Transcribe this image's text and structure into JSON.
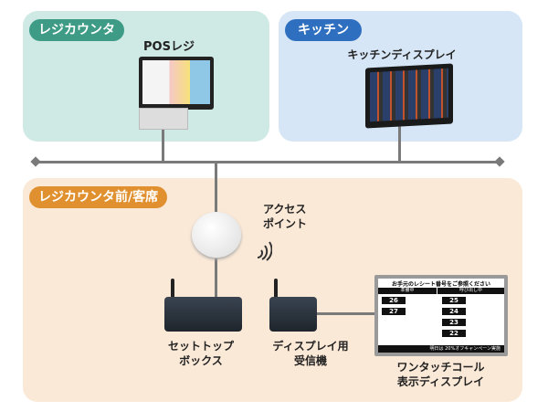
{
  "zones": {
    "register": {
      "label": "レジカウンタ",
      "color": "#3d9b86",
      "bg": "#cfeae5"
    },
    "kitchen": {
      "label": "キッチン",
      "color": "#2f6fbf",
      "bg": "#d6e6f6"
    },
    "front": {
      "label": "レジカウンタ前/客席",
      "color": "#e0902e",
      "bg": "#fbe9d7"
    }
  },
  "devices": {
    "pos": "POSレジ",
    "kitchen_display": "キッチンディスプレイ",
    "access_point_1": "アクセス",
    "access_point_2": "ポイント",
    "stb_1": "セットトップ",
    "stb_2": "ボックス",
    "receiver_1": "ディスプレイ用",
    "receiver_2": "受信機",
    "call_display_1": "ワンタッチコール",
    "call_display_2": "表示ディスプレイ"
  },
  "call_screen": {
    "title": "お手元のレシート番号をご参照ください",
    "col_preparing": "準備中",
    "col_calling": "呼び出し中",
    "preparing": [
      "26",
      "27"
    ],
    "calling": [
      "25",
      "24",
      "23",
      "22"
    ],
    "footer": "明日は 20%オフキャンペーン実施"
  }
}
